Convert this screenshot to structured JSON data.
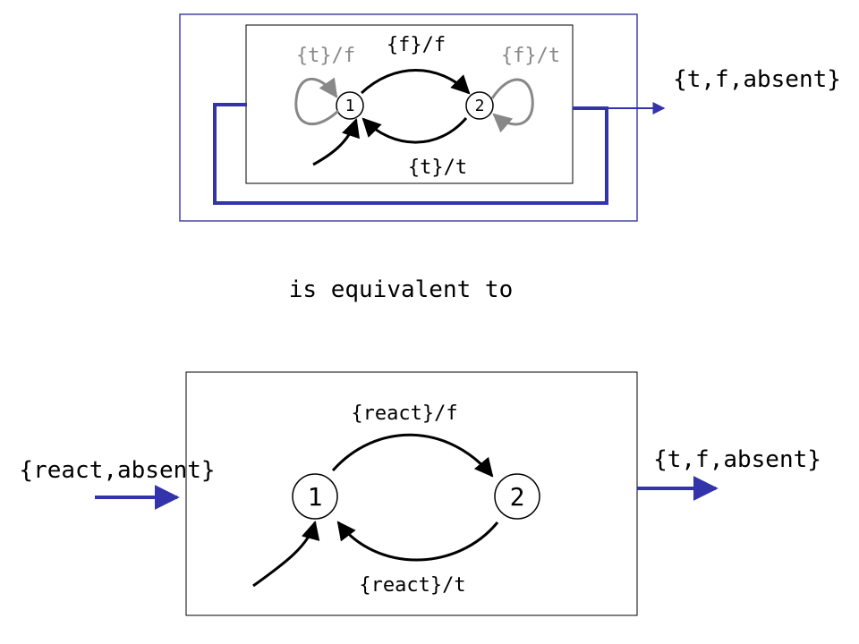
{
  "colors": {
    "accent": "#3333aa",
    "selfloop": "#888888",
    "edge": "#000000"
  },
  "top_diagram": {
    "states": [
      "1",
      "2"
    ],
    "transitions": {
      "one_to_two": "{f}/f",
      "two_to_one": "{t}/t",
      "self_one": "{t}/f",
      "self_two": "{f}/t"
    },
    "output_set": "{t,f,absent}"
  },
  "equivalence_text": "is equivalent to",
  "bottom_diagram": {
    "states": [
      "1",
      "2"
    ],
    "transitions": {
      "one_to_two": "{react}/f",
      "two_to_one": "{react}/t"
    },
    "input_set": "{react,absent}",
    "output_set": "{t,f,absent}"
  }
}
